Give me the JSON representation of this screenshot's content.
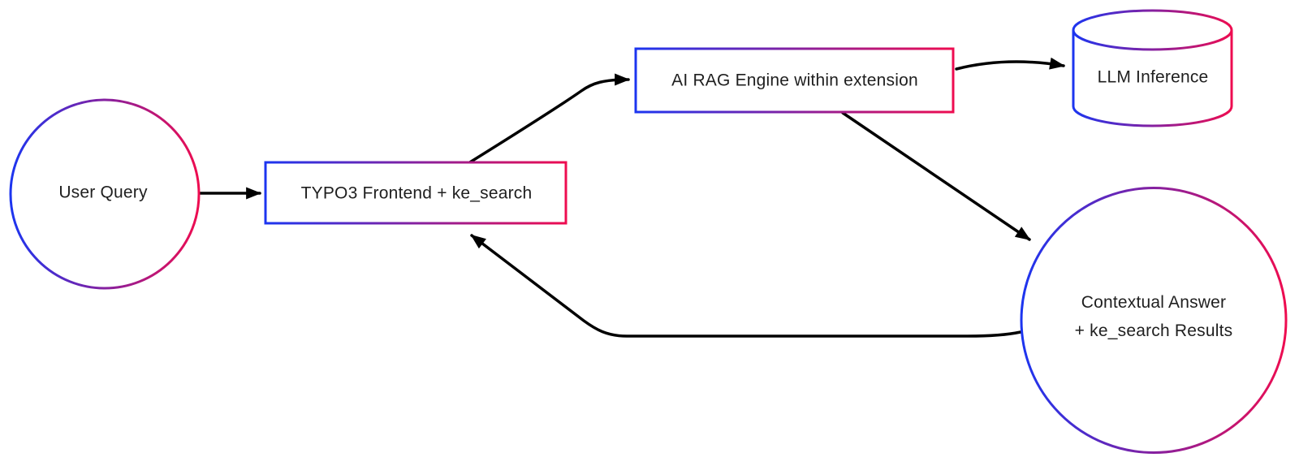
{
  "diagram": {
    "background": "#ffffff",
    "colors": {
      "gradient_start": "#1c35f0",
      "gradient_end": "#ee0c50",
      "arrow": "#000000",
      "text": "#1f1f1f"
    },
    "nodes": {
      "user_query": {
        "shape": "circle",
        "label": "User Query"
      },
      "frontend": {
        "shape": "rectangle",
        "label": "TYPO3 Frontend + ke_search"
      },
      "rag_engine": {
        "shape": "rectangle",
        "label": "AI RAG Engine within extension"
      },
      "llm_inference": {
        "shape": "cylinder",
        "label": "LLM Inference"
      },
      "contextual_answer": {
        "shape": "circle",
        "line1": "Contextual Answer",
        "line2": "+ ke_search Results"
      }
    },
    "edges": [
      {
        "from": "user_query",
        "to": "frontend"
      },
      {
        "from": "frontend",
        "to": "rag_engine"
      },
      {
        "from": "rag_engine",
        "to": "llm_inference"
      },
      {
        "from": "rag_engine",
        "to": "contextual_answer"
      },
      {
        "from": "contextual_answer",
        "to": "frontend"
      }
    ]
  }
}
